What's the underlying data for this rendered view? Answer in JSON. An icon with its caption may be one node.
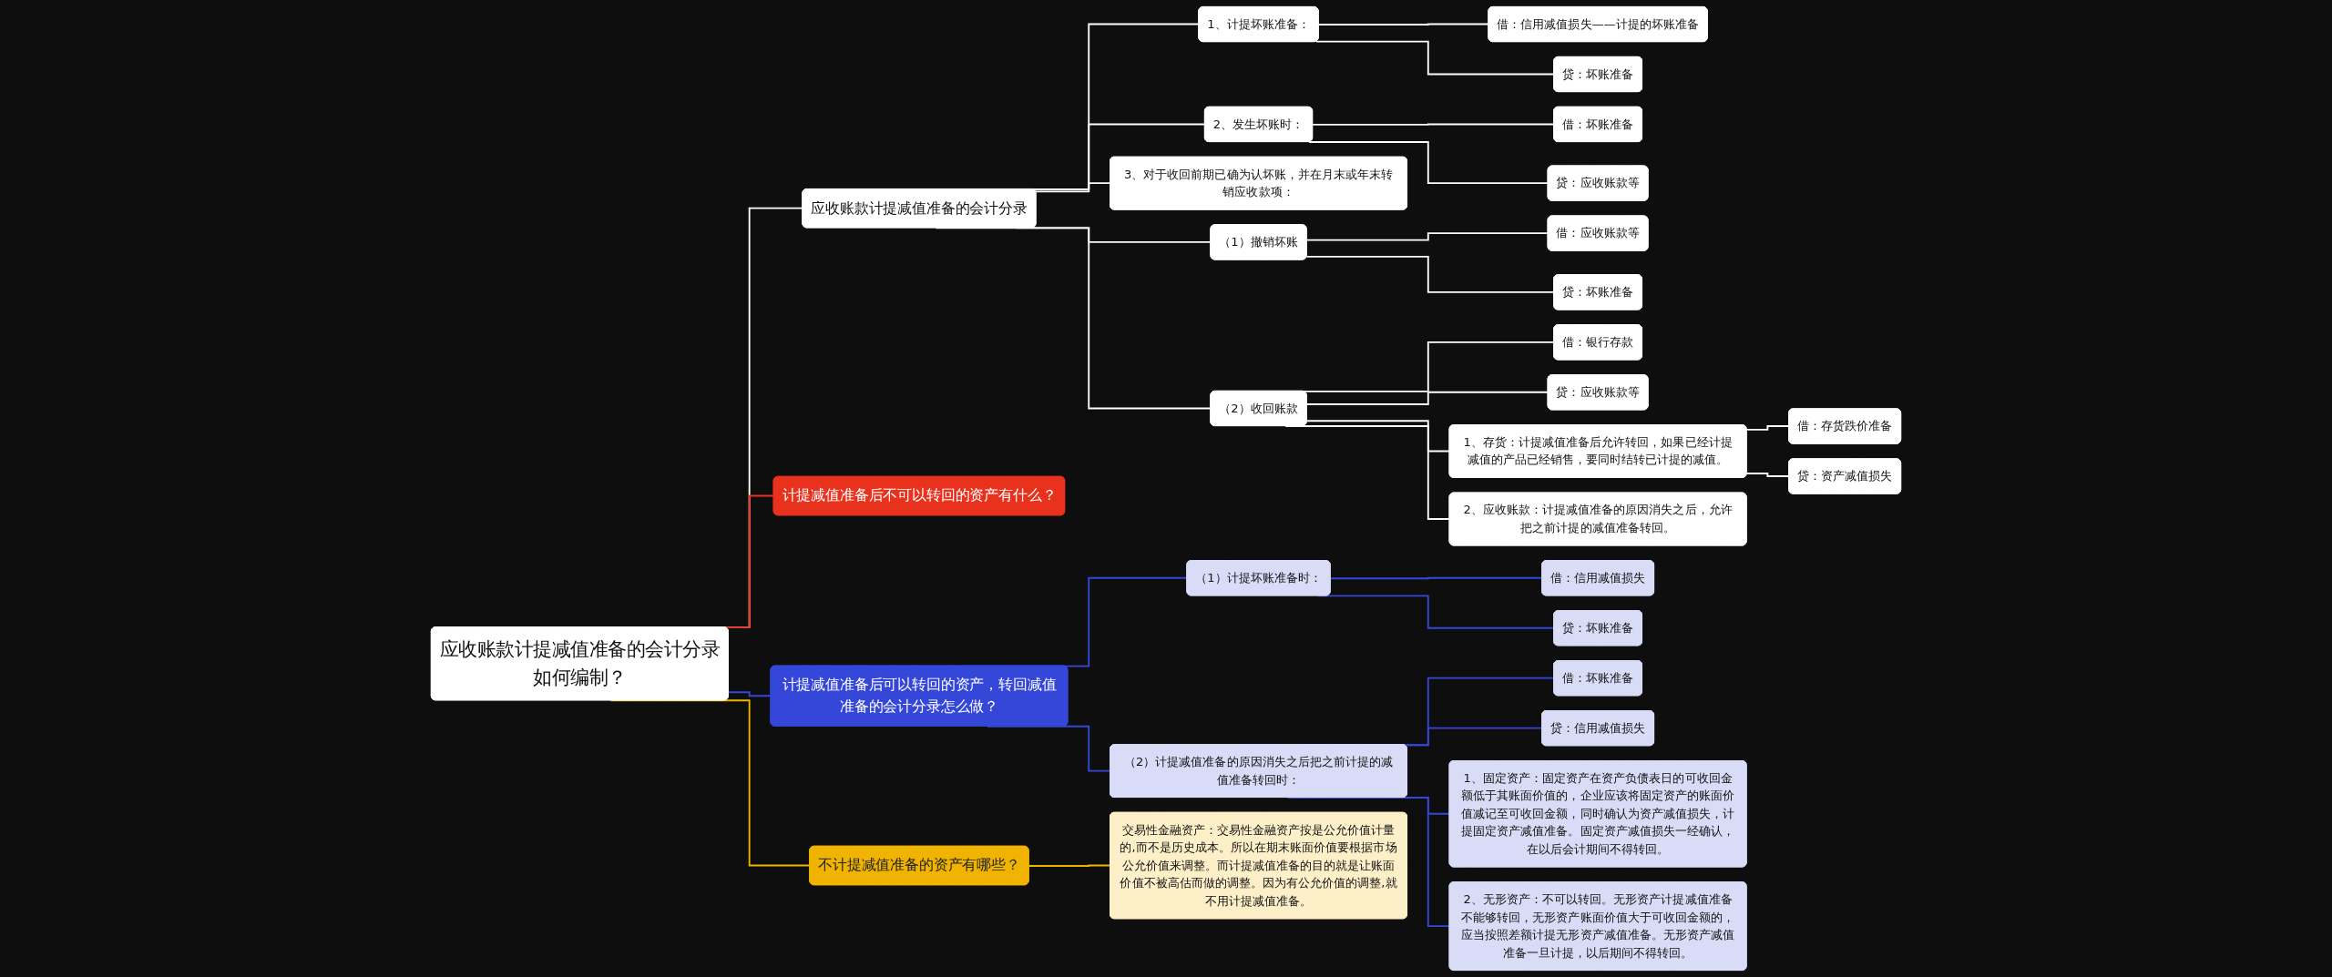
{
  "diagram": {
    "nodes": [
      {
        "text": [
          "应收账款计提减值准备的会计分录如何编制？"
        ]
      },
      {
        "text": [
          "应收账款计提减值准备的会计分录"
        ]
      },
      {
        "text": [
          "1、计提坏账准备："
        ]
      },
      {
        "text": [
          "借：信用减值损失——计提的坏账准备"
        ]
      },
      {
        "text": [
          "贷：坏账准备"
        ]
      },
      {
        "text": [
          "2、发生坏账时："
        ]
      },
      {
        "text": [
          "借：坏账准备"
        ]
      },
      {
        "text": [
          "贷：应收账款等"
        ]
      },
      {
        "text": [
          "3、对于收回前期已确为认坏账，并在月末或年末转销应收款项："
        ]
      },
      {
        "text": [
          "（1）撤销坏账"
        ]
      },
      {
        "text": [
          "借：应收账款等"
        ]
      },
      {
        "text": [
          "贷：坏账准备"
        ]
      },
      {
        "text": [
          "（2）收回账款"
        ]
      },
      {
        "text": [
          "借：银行存款"
        ]
      },
      {
        "text": [
          "贷：应收账款等"
        ]
      },
      {
        "text": [
          "1、存货：计提减值准备后允许转回，如果已经计提减值的产品已经销售，要同时结转已计提的减值。"
        ]
      },
      {
        "text": [
          "借：存货跌价准备"
        ]
      },
      {
        "text": [
          "贷：资产减值损失"
        ]
      },
      {
        "text": [
          "2、应收账款：计提减值准备的原因消失之后，允许把之前计提的减值准备转回。"
        ]
      },
      {
        "text": [
          "计提减值准备后不可以转回的资产有什么？"
        ]
      },
      {
        "text": [
          "计提减值准备后可以转回的资产，转回减值准备的会计分录怎么做？"
        ]
      },
      {
        "text": [
          "（1）计提坏账准备时："
        ]
      },
      {
        "text": [
          "借：信用减值损失"
        ]
      },
      {
        "text": [
          "贷：坏账准备"
        ]
      },
      {
        "text": [
          "（2）计提减值准备的原因消失之后把之前计提的减值准备转回时："
        ]
      },
      {
        "text": [
          "借：坏账准备"
        ]
      },
      {
        "text": [
          "贷：信用减值损失"
        ]
      },
      {
        "text": [
          "1、固定资产：固定资产在资产负债表日的可收回金额低于其账面价值的，企业应该将固定资产的账面价值减记至可收回金额，同时确认为资产减值损失，计提固定资产减值准备。固定资产减值损失一经确认，在以后会计期间不得转回。"
        ]
      },
      {
        "text": [
          "2、无形资产：不可以转回。无形资产计提减值准备不能够转回，无形资产账面价值大于可收回金额的，应当按照差额计提无形资产减值准备。无形资产减值准备一旦计提，以后期间不得转回。"
        ]
      },
      {
        "text": [
          "不计提减值准备的资产有哪些？"
        ]
      },
      {
        "text": [
          "交易性金融资产：交易性金融资产按是公允价值计量的,而不是历史成本。所以在期末账面价值要根据市场公允价值来调整。而计提减值准备的目的就是让账面价值不被高估而做的调整。因为有公允价值的调整,就不用计提减值准备。"
        ]
      }
    ],
    "edges": [
      {
        "from": 0,
        "to": 1,
        "arrow": "none"
      },
      {
        "from": 1,
        "to": 2,
        "arrow": "none"
      },
      {
        "from": 2,
        "to": 3,
        "arrow": "none"
      },
      {
        "from": 2,
        "to": 4,
        "arrow": "none"
      },
      {
        "from": 1,
        "to": 5,
        "arrow": "none"
      },
      {
        "from": 5,
        "to": 6,
        "arrow": "none"
      },
      {
        "from": 5,
        "to": 7,
        "arrow": "none"
      },
      {
        "from": 1,
        "to": 8,
        "arrow": "none"
      },
      {
        "from": 1,
        "to": 9,
        "arrow": "none"
      },
      {
        "from": 9,
        "to": 10,
        "arrow": "none"
      },
      {
        "from": 9,
        "to": 11,
        "arrow": "none"
      },
      {
        "from": 1,
        "to": 12,
        "arrow": "none"
      },
      {
        "from": 12,
        "to": 13,
        "arrow": "none"
      },
      {
        "from": 12,
        "to": 14,
        "arrow": "none"
      },
      {
        "from": 12,
        "to": 15,
        "arrow": "none"
      },
      {
        "from": 15,
        "to": 16,
        "arrow": "none"
      },
      {
        "from": 15,
        "to": 17,
        "arrow": "none"
      },
      {
        "from": 12,
        "to": 18,
        "arrow": "none"
      },
      {
        "from": 0,
        "to": 19,
        "arrow": "none",
        "color": "#e8321e"
      },
      {
        "from": 0,
        "to": 20,
        "arrow": "none",
        "color": "#3447d8"
      },
      {
        "from": 20,
        "to": 21,
        "arrow": "none",
        "color": "#3447d8"
      },
      {
        "from": 21,
        "to": 22,
        "arrow": "none",
        "color": "#3447d8"
      },
      {
        "from": 21,
        "to": 23,
        "arrow": "none",
        "color": "#3447d8"
      },
      {
        "from": 20,
        "to": 24,
        "arrow": "none",
        "color": "#3447d8"
      },
      {
        "from": 24,
        "to": 25,
        "arrow": "none",
        "color": "#3447d8"
      },
      {
        "from": 24,
        "to": 26,
        "arrow": "none",
        "color": "#3447d8"
      },
      {
        "from": 24,
        "to": 27,
        "arrow": "none",
        "color": "#3447d8"
      },
      {
        "from": 24,
        "to": 28,
        "arrow": "none",
        "color": "#3447d8"
      },
      {
        "from": 0,
        "to": 29,
        "arrow": "none",
        "color": "#f0b400"
      },
      {
        "from": 29,
        "to": 30,
        "arrow": "none",
        "color": "#f0b400"
      }
    ]
  }
}
